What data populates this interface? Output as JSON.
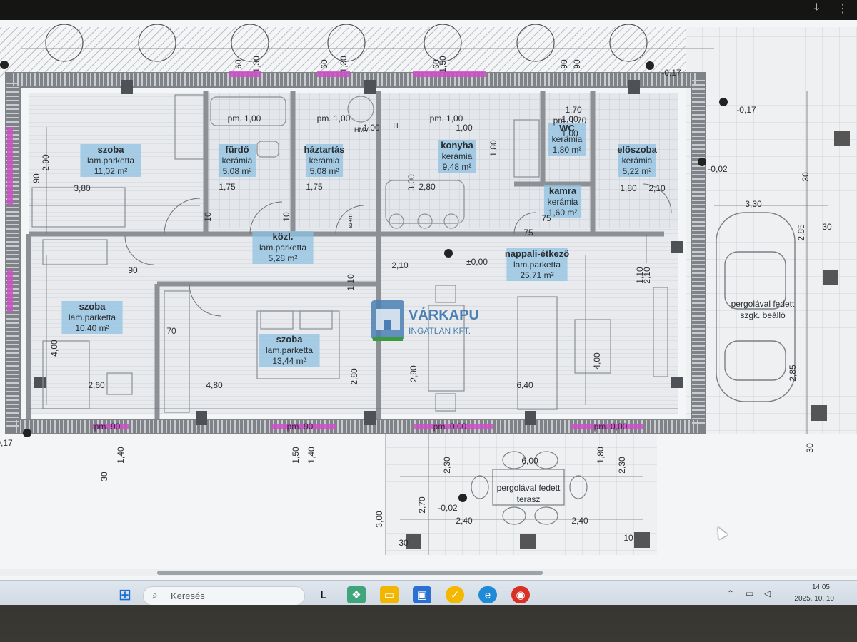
{
  "top_icons": [
    "download-icon",
    "more-icon"
  ],
  "plan": {
    "rooms": [
      {
        "name": "szoba",
        "floor": "lam.parketta",
        "area": "11,02 m²"
      },
      {
        "name": "fürdő",
        "floor": "kerámia",
        "area": "5,08 m²"
      },
      {
        "name": "háztartás",
        "floor": "kerámia",
        "area": "5,08 m²"
      },
      {
        "name": "konyha",
        "floor": "kerámia",
        "area": "9,48 m²"
      },
      {
        "name": "WC",
        "floor": "kerámia",
        "area": "1,80 m²"
      },
      {
        "name": "előszoba",
        "floor": "kerámia",
        "area": "5,22 m²"
      },
      {
        "name": "kamra",
        "floor": "kerámia",
        "area": "1,60 m²"
      },
      {
        "name": "közl.",
        "floor": "lam.parketta",
        "area": "5,28 m²"
      },
      {
        "name": "nappali-étkező",
        "floor": "lam.parketta",
        "area": "25,71 m²"
      },
      {
        "name": "szoba",
        "floor": "lam.parketta",
        "area": "10,40 m²"
      },
      {
        "name": "szoba",
        "floor": "lam.parketta",
        "area": "13,44 m²"
      }
    ],
    "dims": [
      "3,80",
      "1,75",
      "1,75",
      "2,80",
      "1,80",
      "2,90",
      "3,00",
      "4,00",
      "2,60",
      "4,80",
      "6,40",
      "6,00",
      "2,40",
      "2,40",
      "3,30",
      "2,85",
      "2,85",
      "1,10",
      "1,10",
      "2,10",
      "2,10",
      "2,10",
      "2,70",
      "3,00",
      "1,80",
      "1,80",
      "2,30",
      "2,30",
      "1,50",
      "1,40",
      "1,40",
      "2,80",
      "2,90",
      "4,00",
      "1,00",
      "1,00",
      "1,00",
      "1,00",
      "1,70",
      "1,30",
      "1,30",
      "1,50",
      "60",
      "60",
      "60",
      "90",
      "90",
      "90",
      "90",
      "30",
      "30",
      "30",
      "30",
      "30",
      "10",
      "10",
      "10",
      "70",
      "75",
      "75"
    ],
    "pm_labels": [
      "pm. 1,00",
      "pm. 1,00",
      "pm. 1,00",
      "pm. 1,70",
      "pm. 90",
      "pm. 90",
      "pm. 0,00",
      "pm. 0,00"
    ],
    "levels": [
      "±0,00",
      "-0,17",
      "-0,17",
      "-0,17",
      "-0,02",
      "-0,02"
    ],
    "misc": [
      "HMV",
      "H",
      "sz+m"
    ],
    "carport": "pergolával fedett szgk. beálló",
    "terrace": "pergolával fedett terasz",
    "logo": {
      "name": "VÁRKAPU",
      "sub": "INGATLAN KFT."
    }
  },
  "taskbar": {
    "search_placeholder": "Keresés",
    "apps": [
      "start-icon",
      "widgets-icon",
      "explorer-icon",
      "store-icon",
      "norton-icon",
      "edge-icon",
      "chrome-icon"
    ],
    "time": "14:05",
    "date": "2025. 10. 10"
  },
  "colors": {
    "wall": "#9a9ea3",
    "label_bg": "#8fc2e0",
    "window": "#d04fc9",
    "hatch": "#c9ccd0"
  }
}
